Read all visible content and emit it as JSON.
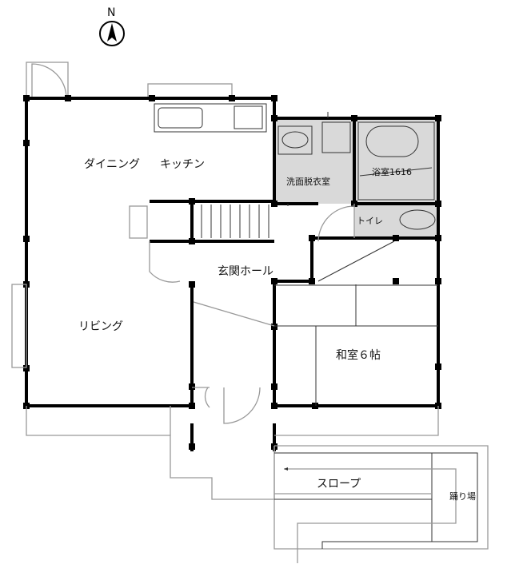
{
  "compass": {
    "label": "N"
  },
  "rooms": {
    "dining": "ダイニング",
    "kitchen": "キッチン",
    "washroom": "洗面脱衣室",
    "bathroom": "浴室1616",
    "toilet": "トイレ",
    "entrance_hall": "玄関ホール",
    "living": "リビング",
    "japanese_room": "和室６帖",
    "slope": "スロープ",
    "landing": "踊り場"
  },
  "colors": {
    "wet_area": "#d9d9d9",
    "wall": "#000000"
  }
}
